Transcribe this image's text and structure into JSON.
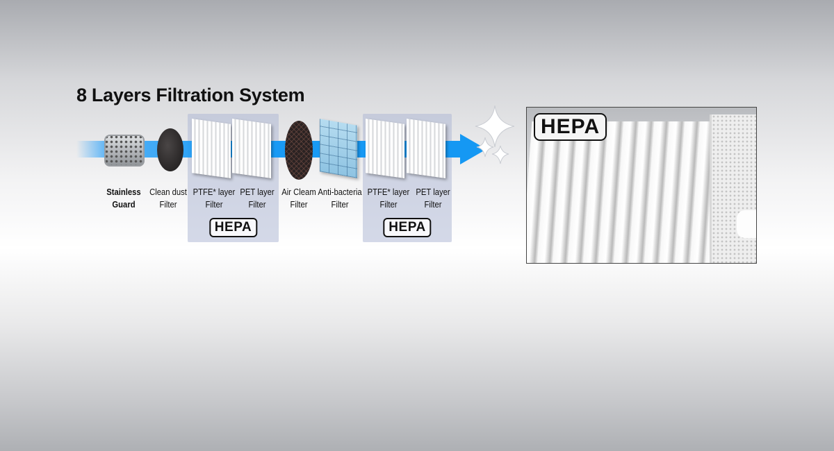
{
  "title": "8 Layers Filtration System",
  "colors": {
    "airflow": "#1598f3",
    "hepa_group_bg": "#b0bad6"
  },
  "layers": [
    {
      "line1": "Stainless",
      "line2": "Guard",
      "icon": "stainless-guard-icon"
    },
    {
      "line1": "Clean dust",
      "line2": "Filter",
      "icon": "clean-dust-filter-icon"
    },
    {
      "line1": "PTFE* layer",
      "line2": "Filter",
      "icon": "ptfe-filter-icon"
    },
    {
      "line1": "PET layer",
      "line2": "Filter",
      "icon": "pet-filter-icon"
    },
    {
      "line1": "Air Cleam",
      "line2": "Filter",
      "icon": "carbon-filter-icon"
    },
    {
      "line1": "Anti-bacteria",
      "line2": "Filter",
      "icon": "anti-bacteria-filter-icon"
    },
    {
      "line1": "PTFE* layer",
      "line2": "Filter",
      "icon": "ptfe-filter-icon"
    },
    {
      "line1": "PET layer",
      "line2": "Filter",
      "icon": "pet-filter-icon"
    }
  ],
  "hepa_groups": [
    {
      "label": "HEPA"
    },
    {
      "label": "HEPA"
    }
  ],
  "photo": {
    "badge": "HEPA"
  }
}
